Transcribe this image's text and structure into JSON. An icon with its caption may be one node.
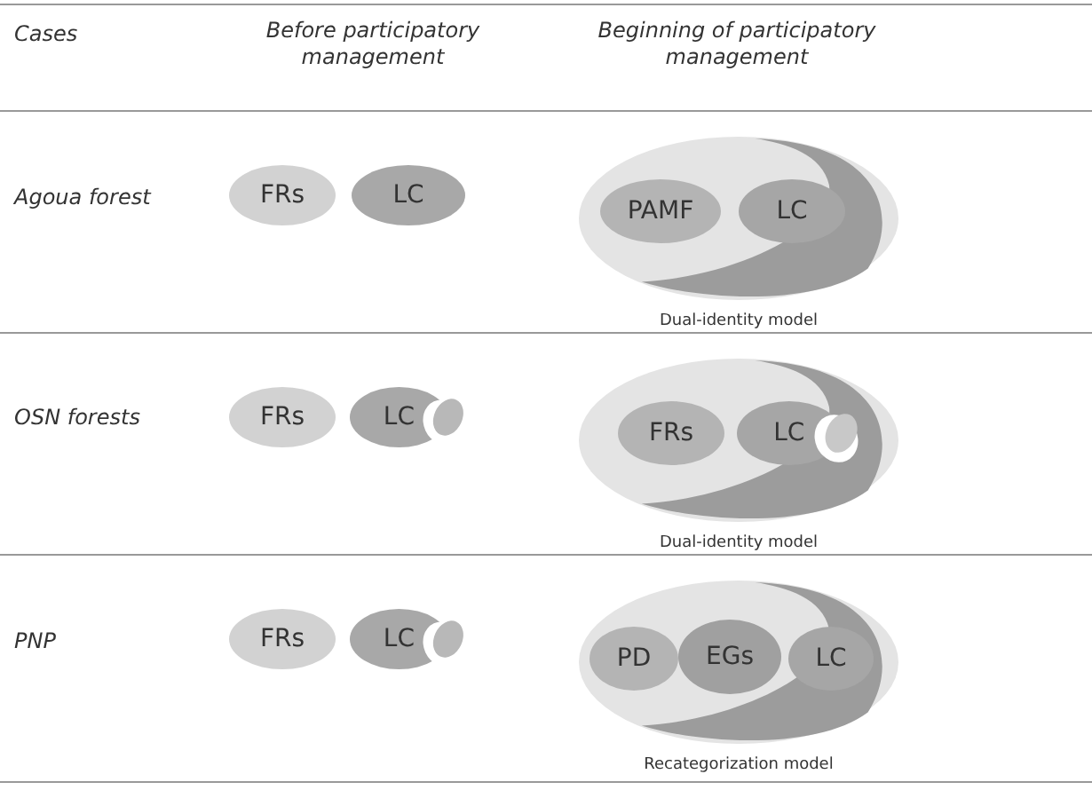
{
  "diagram": {
    "nodes": [
      {
        "text": [
          "FRs"
        ]
      },
      {
        "text": [
          "LC"
        ]
      },
      {
        "text": [],
        "shape": "ellipse",
        "beside": [
          "Dual-identity model"
        ]
      },
      {
        "text": [
          "PAMF"
        ],
        "in": 2
      },
      {
        "text": [
          "LC"
        ],
        "in": 2
      },
      {
        "text": [
          "FRs"
        ]
      },
      {
        "text": [
          "LC"
        ]
      },
      {
        "text": [],
        "shape": "ellipse",
        "beside": [
          "Dual-identity model"
        ]
      },
      {
        "text": [
          "FRs"
        ],
        "in": 7
      },
      {
        "text": [
          "LC"
        ],
        "in": 7
      },
      {
        "text": [
          "FRs"
        ]
      },
      {
        "text": [
          "LC"
        ]
      },
      {
        "text": [],
        "shape": "ellipse",
        "beside": [
          "Recategorization model"
        ]
      },
      {
        "text": [
          "PD"
        ],
        "in": 12
      },
      {
        "text": [
          "EGs"
        ],
        "in": 12
      },
      {
        "text": [
          "LC"
        ],
        "in": 12
      }
    ],
    "labels": [
      "Cases",
      "Before participatory management",
      "Beginning of participatory management",
      "Agoua forest",
      "OSN forests",
      "PNP"
    ]
  }
}
